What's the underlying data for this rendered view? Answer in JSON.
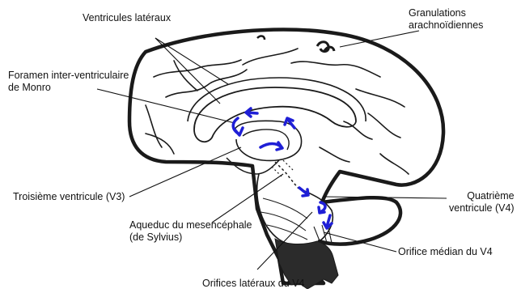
{
  "colors": {
    "outline": "#1a1a1a",
    "flow_arrows": "#1f1fd6",
    "spinal_fill": "#2b2b2b",
    "background": "#ffffff"
  },
  "labels": {
    "ventricules_lateraux": "Ventricules latéraux",
    "granulations_l1": "Granulations",
    "granulations_l2": "arachnoïdiennes",
    "foramen_l1": "Foramen inter-ventriculaire",
    "foramen_l2": "de Monro",
    "troisieme": "Troisième ventricule (V3)",
    "quatrieme_l1": "Quatrième",
    "quatrieme_l2": "ventricule (V4)",
    "aqueduc_l1": "Aqueduc du mesencéphale",
    "aqueduc_l2": "(de Sylvius)",
    "orifice_median": "Orifice médian du V4",
    "orifices_lateraux": "Orifices latéraux du V4"
  }
}
